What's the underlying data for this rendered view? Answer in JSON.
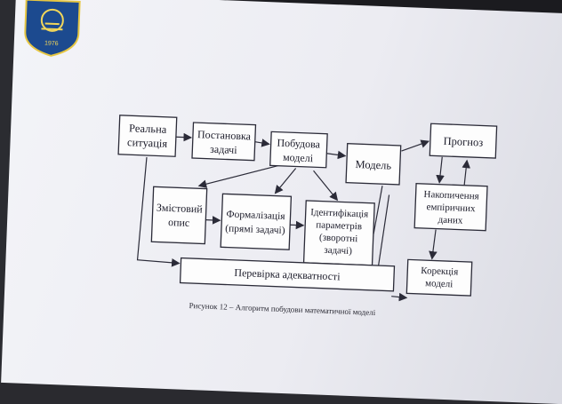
{
  "logo": {
    "year": "1976"
  },
  "diagram": {
    "nodes": {
      "real_situation": [
        "Реальна",
        "ситуація"
      ],
      "problem_statement": [
        "Постановка",
        "задачі"
      ],
      "model_building": [
        "Побудова",
        "моделі"
      ],
      "model": [
        "Модель"
      ],
      "forecast": [
        "Прогноз"
      ],
      "content_description": [
        "Змістовий",
        "опис"
      ],
      "formalization": [
        "Формалізація",
        "(прямі задачі)"
      ],
      "identification": [
        "Ідентифікація",
        "параметрів",
        "(зворотні",
        "задачі)"
      ],
      "empirical_data": [
        "Накопичення",
        "емпіричних",
        "даних"
      ],
      "model_correction": [
        "Корекція",
        "моделі"
      ],
      "adequacy_check": [
        "Перевірка адекватності"
      ]
    },
    "caption": "Рисунок 12 – Алгоритм побудови математичної моделі"
  }
}
